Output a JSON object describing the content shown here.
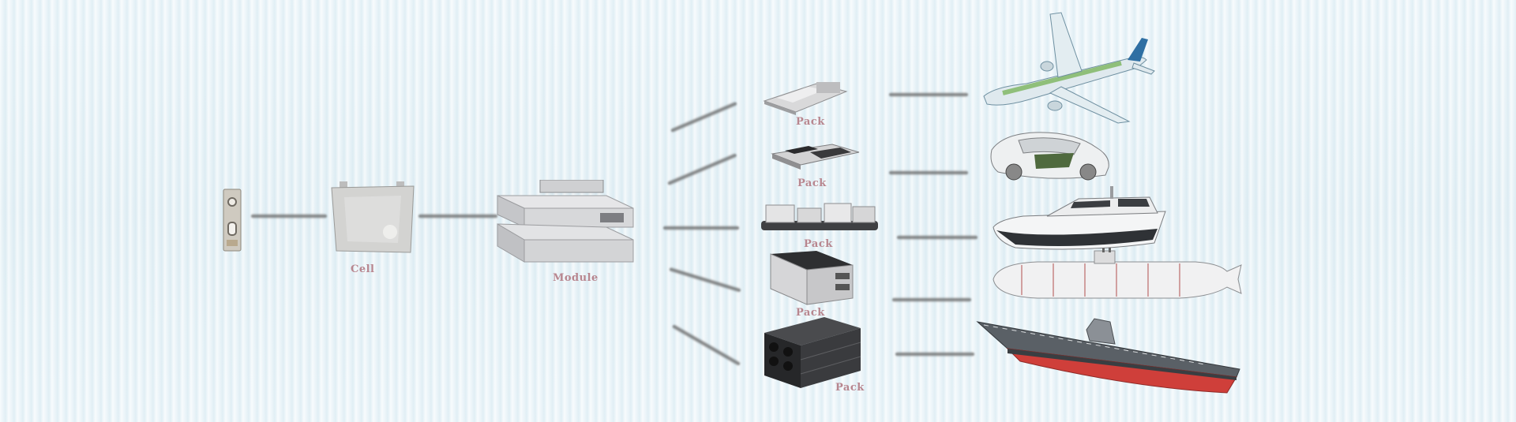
{
  "labels": {
    "cell": "Cell",
    "module": "Module",
    "pack_1": "Pack",
    "pack_2": "Pack",
    "pack_3": "Pack",
    "pack_4": "Pack",
    "pack_5": "Pack"
  },
  "colors": {
    "label": "#b8868f",
    "connector": "#5a5a5a"
  }
}
